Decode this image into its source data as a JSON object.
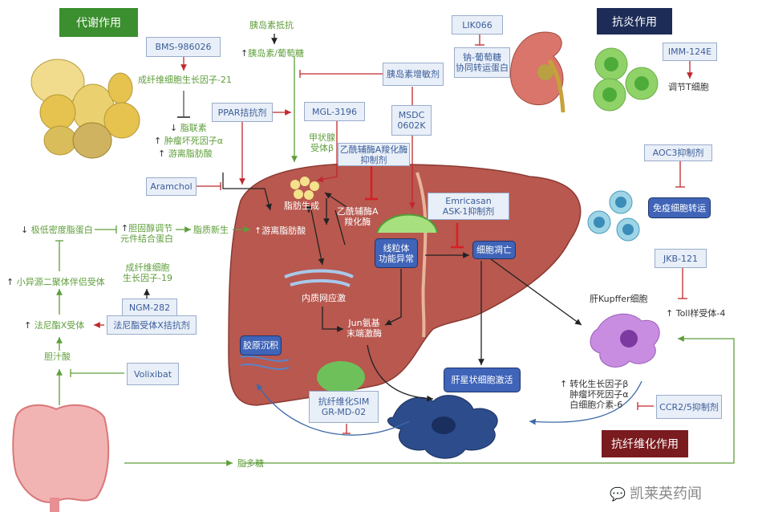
{
  "sections": {
    "metabolic": {
      "label": "代谢作用",
      "color": "#3b8f2e"
    },
    "anti_inflammatory": {
      "label": "抗炎作用",
      "color": "#1c2c57"
    },
    "anti_fibrotic": {
      "label": "抗纤维化作用",
      "color": "#7a1b1f"
    }
  },
  "drugs": {
    "bms": "BMS-986026",
    "ppar": "PPAR拮抗剂",
    "mgl": "MGL-3196",
    "insulin_sensitizer": "胰岛素增敏剂",
    "msdc": "MSDC\n0602K",
    "lik": "LIK066",
    "imm": "IMM-124E",
    "aoc3": "AOC3抑制剂",
    "acc_inhibitor": "乙酰辅酶A羧化酶\n抑制剂",
    "emricasan": "Emricasan\nASK-1抑制剂",
    "aramchol": "Aramchol",
    "ngm": "NGM-282",
    "fxr_agonist": "法尼酯受体X拮抗剂",
    "volixibat": "Volixibat",
    "jkb": "JKB-121",
    "ccr": "CCR2/5抑制剂",
    "sim": "抗纤维化SIM\nGR-MD-02"
  },
  "labels": {
    "insulin_resistance": "胰岛素抵抗",
    "insulin_glucose": "胰岛素/葡萄糖",
    "fgf21": "成纤维细胞生长因子-21",
    "adiponectin": "脂联素",
    "tnfa": "肿瘤坏死因子α",
    "ffa_left": "游离脂肪酸",
    "thyroid": "甲状腺\n受体β",
    "sglt": "钠-葡萄糖\n协同转运蛋白",
    "treg": "调节T细胞",
    "vldl": "极低密度脂蛋白",
    "srebp": "胆固醇调节\n元件结合蛋白",
    "lipogenesis_left": "脂质新生",
    "fgf19": "成纤维细胞\n生长因子-19",
    "shp": "小异源二聚体伴侣受体",
    "fxr": "法尼酯X受体",
    "bile_acid": "胆汁酸",
    "lps": "脂多糖",
    "lipogenesis_liver": "脂肪生成",
    "acc": "乙酰辅酶A\n羧化酶",
    "ffa_liver": "游离脂肪酸",
    "er_stress": "内质网应激",
    "jnk": "Jun氨基\n末端激酶",
    "kupffer": "肝Kupffer细胞",
    "tlr4": "Toll样受体-4",
    "cytokines": "转化生长因子β\n肿瘤坏死因子α\n白细胞介素-6"
  },
  "nodes": {
    "mito": "线粒体\n功能异常",
    "apoptosis": "细胞凋亡",
    "immune": "免疫细胞转运",
    "collagen": "胶原沉积",
    "hsc": "肝星状细胞激活"
  },
  "watermark": "凯莱英药闻"
}
